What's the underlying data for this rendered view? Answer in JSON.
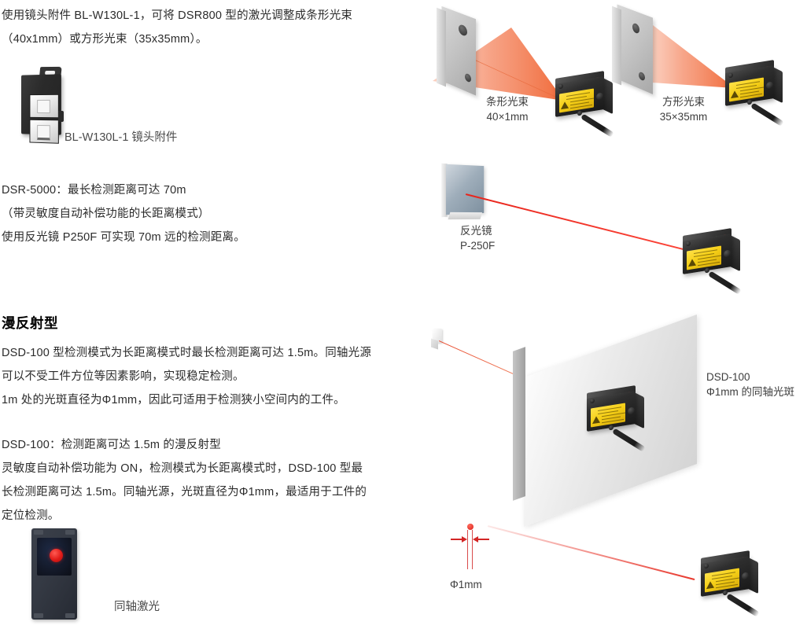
{
  "left": {
    "intro": {
      "line1": "使用镜头附件 BL-W130L-1，可将 DSR800 型的激光调整成条形光束",
      "line2": "（40x1mm）或方形光束（35x35mm）。"
    },
    "lens_accessory_caption": "BL-W130L-1 镜头附件",
    "dsr5000": {
      "line1": "DSR-5000：最长检测距离可达 70m",
      "line2": "（带灵敏度自动补偿功能的长距离模式）",
      "line3": "使用反光镜 P250F 可实现 70m 远的检测距离。"
    },
    "section_heading": "漫反射型",
    "diffuse": {
      "line1": "DSD-100 型检测模式为长距离模式时最长检测距离可达 1.5m。同轴光源",
      "line2": "可以不受工件方位等因素影响，实现稳定检测。",
      "line3": "1m 处的光斑直径为Φ1mm，因此可适用于检测狭小空间内的工件。"
    },
    "dsd100": {
      "line1": "DSD-100：检测距离可达 1.5m 的漫反射型",
      "line2": "灵敏度自动补偿功能为 ON，检测模式为长距离模式时，DSD-100 型最",
      "line3": "长检测距离可达 1.5m。同轴光源，光斑直径为Φ1mm，最适用于工件的",
      "line4": "定位检测。"
    },
    "coaxial_caption": "同轴激光"
  },
  "figures": {
    "bar_beam": {
      "title": "条形光束",
      "spec": "40×1mm"
    },
    "square_beam": {
      "title": "方形光束",
      "spec": "35×35mm"
    },
    "reflector": {
      "title": "反光镜",
      "model": "P-250F"
    },
    "dsd100_spot": {
      "model": "DSD-100",
      "spec": "Φ1mm 的同轴光斑"
    },
    "spot_size": {
      "label": "Φ1mm"
    }
  },
  "colors": {
    "laser_red": "#e8251c",
    "beam_orange": "#f0794f",
    "sensor_label_yellow": "#f5cf18",
    "led_green": "#16a32c",
    "led_red": "#cf1508",
    "text": "#2b2b2b",
    "caption": "#4a4a4a"
  }
}
